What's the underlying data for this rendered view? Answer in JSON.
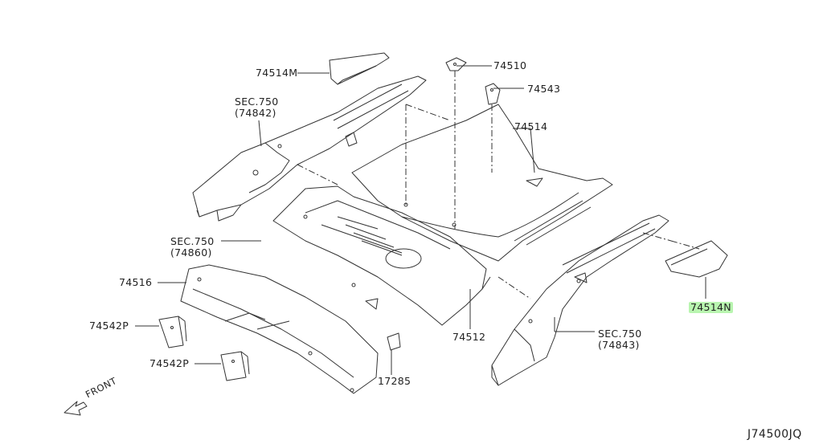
{
  "diagram": {
    "labels": {
      "p74514M": "74514M",
      "p74510": "74510",
      "p74543": "74543",
      "p74514": "74514",
      "sec_left_top_1": "SEC.750",
      "sec_left_top_2": "(74842)",
      "sec_mid_1": "SEC.750",
      "sec_mid_2": "(74860)",
      "p74516": "74516",
      "p74542P_a": "74542P",
      "p74542P_b": "74542P",
      "p74512": "74512",
      "p17285": "17285",
      "sec_right_1": "SEC.750",
      "sec_right_2": "(74843)",
      "p74514N": "74514N"
    },
    "front_label": "FRONT",
    "diagram_code": "J74500JQ",
    "highlight_color": "#b9f5b0"
  }
}
